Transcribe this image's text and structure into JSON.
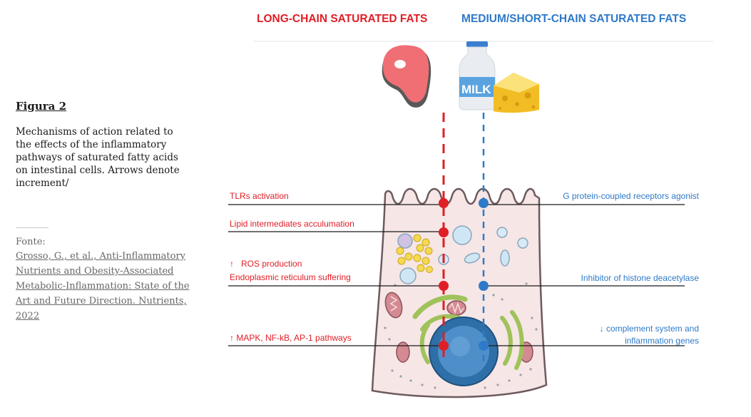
{
  "caption": {
    "title": "Figura 2",
    "description": "Mechanisms of action related to the effects of the inflammatory pathways of saturated fatty acids on intestinal cells. Arrows denote increment/",
    "source_label": "Fonte:",
    "source_reference": "Grosso, G., et al., Anti-Inflammatory Nutrients and Obesity-Associated Metabolic-Inflammation: State of the Art and Future Direction. Nutrients, 2022"
  },
  "diagram": {
    "headers": {
      "long_chain": "LONG-CHAIN SATURATED FATS",
      "medium_short_chain": "MEDIUM/SHORT-CHAIN SATURATED FATS"
    },
    "milk_label": "MILK",
    "left_labels": {
      "tlr": "TLRs activation",
      "lipid": "Lipid intermediates acculumation",
      "ros_arrow": "↑",
      "ros": "ROS production",
      "er": "Endoplasmic reticulum suffering",
      "mapk": "↑ MAPK, NF-kB, AP-1 pathways"
    },
    "right_labels": {
      "gpcr": "G protein-coupled receptors agonist",
      "hdac": "Inhibitor of histone deacetylase",
      "complement_1": "↓ complement system and",
      "complement_2": "inflammation genes"
    },
    "colors": {
      "red": "#e01e26",
      "blue": "#2f7ac8",
      "cell_fill": "#f6e6e6",
      "cell_stroke": "#6e5a5e",
      "meat": "#ef6f74",
      "cheese": "#f7d24a",
      "nucleus": "#4a85bd"
    }
  }
}
